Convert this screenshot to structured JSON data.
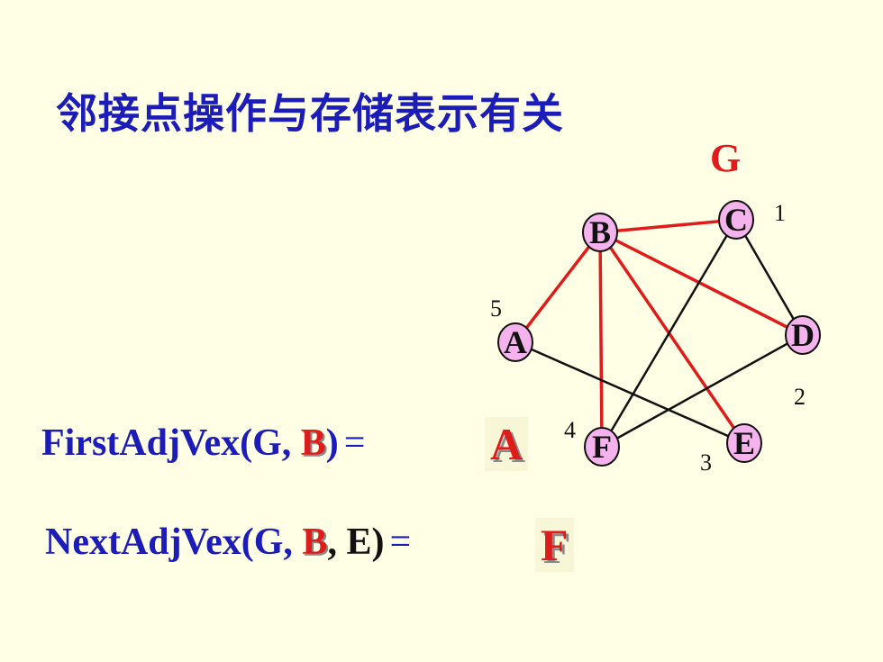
{
  "title": "邻接点操作与存储表示有关",
  "graph": {
    "name": "G",
    "nodes": [
      {
        "id": "A",
        "number": "5"
      },
      {
        "id": "B",
        "number": ""
      },
      {
        "id": "C",
        "number": "1"
      },
      {
        "id": "D",
        "number": "2"
      },
      {
        "id": "E",
        "number": "3"
      },
      {
        "id": "F",
        "number": "4"
      }
    ],
    "edges": [
      {
        "from": "B",
        "to": "A",
        "highlight": true
      },
      {
        "from": "B",
        "to": "C",
        "highlight": true
      },
      {
        "from": "B",
        "to": "D",
        "highlight": true
      },
      {
        "from": "B",
        "to": "E",
        "highlight": true
      },
      {
        "from": "B",
        "to": "F",
        "highlight": true
      },
      {
        "from": "C",
        "to": "D",
        "highlight": false
      },
      {
        "from": "C",
        "to": "F",
        "highlight": false
      },
      {
        "from": "A",
        "to": "E",
        "highlight": false
      },
      {
        "from": "D",
        "to": "F",
        "highlight": false
      }
    ],
    "colors": {
      "node_fill": "#F4B3EC",
      "highlight_edge": "#E01B1B",
      "edge": "#111111"
    }
  },
  "expr1": {
    "prefix": "FirstAdjVex(G, ",
    "arg": "B",
    "suffix": ")",
    "eq": "=",
    "answer": "A"
  },
  "expr2": {
    "prefix": "NextAdjVex(G, ",
    "arg": "B",
    "sep": ", E)",
    "eq": "=",
    "answer": "F"
  }
}
